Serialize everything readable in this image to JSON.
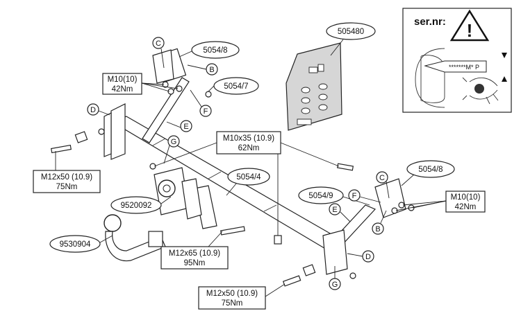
{
  "labels": {
    "sticker_part": "505480",
    "serial_heading": "ser.nr:",
    "plate_code": "*******M* P",
    "bracket_top_left": "5054/8",
    "bracket_right": "5054/8",
    "plate_top": "5054/7",
    "crossbar": "5054/4",
    "side_arm": "5054/9",
    "socket_plate": "9520092",
    "towball": "9530904",
    "bolt_m10_top_left": {
      "size": "M10(10)",
      "torque": "42Nm"
    },
    "bolt_m10_right": {
      "size": "M10(10)",
      "torque": "42Nm"
    },
    "bolt_m12x50_left": {
      "size": "M12x50 (10.9)",
      "torque": "75Nm"
    },
    "bolt_m12x50_bottom": {
      "size": "M12x50 (10.9)",
      "torque": "75Nm"
    },
    "bolt_m10x35": {
      "size": "M10x35 (10.9)",
      "torque": "62Nm"
    },
    "bolt_m12x65": {
      "size": "M12x65 (10.9)",
      "torque": "95Nm"
    }
  },
  "letters": {
    "c_top": "C",
    "b_top": "B",
    "f_top": "F",
    "d_left": "D",
    "e_left": "E",
    "g_left": "G",
    "c_right": "C",
    "f_right": "F",
    "e_right": "E",
    "b_right": "B",
    "d_right": "D",
    "g_bottom": "G"
  },
  "warning_mark": "!"
}
